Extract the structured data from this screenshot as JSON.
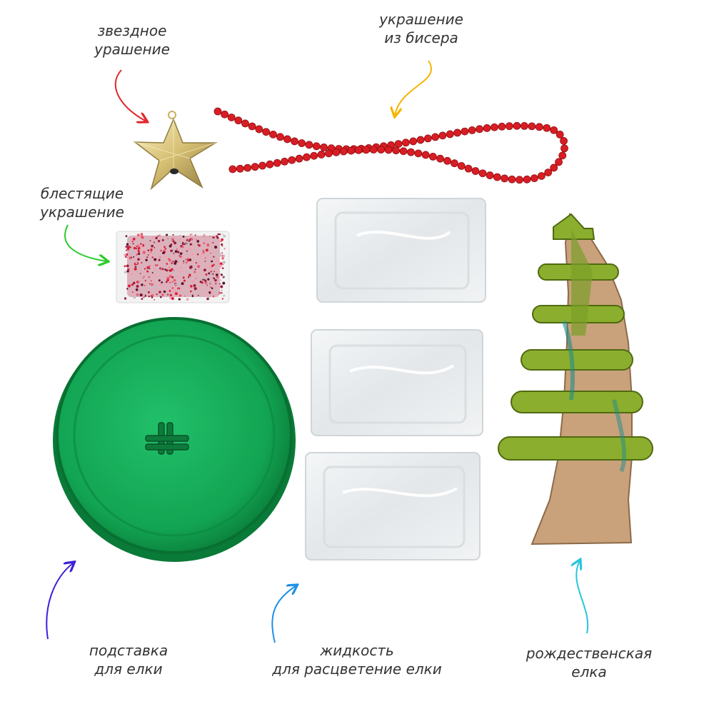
{
  "labels": {
    "star": {
      "line1": "звездное",
      "line2": "урашение",
      "arrow_color": "#e0282e"
    },
    "beads": {
      "line1": "украшение",
      "line2": "из бисера",
      "arrow_color": "#f5b400"
    },
    "glitter": {
      "line1": "блестящие",
      "line2": "украшение",
      "arrow_color": "#2ecc2e"
    },
    "stand": {
      "line1": "подставка",
      "line2": "для елки",
      "arrow_color": "#3a22d6"
    },
    "liquid": {
      "line1": "жидкость",
      "line2": "для расцветение елки",
      "arrow_color": "#1e90e6"
    },
    "tree": {
      "line1": "рождественская",
      "line2": "елка",
      "arrow_color": "#29c4de"
    }
  },
  "colors": {
    "stand_green": "#0f9a4a",
    "tree_green": "#8cae2e",
    "cardboard": "#c9a27c",
    "bead_red": "#d81e24",
    "star_gold": "#d8c27a"
  }
}
